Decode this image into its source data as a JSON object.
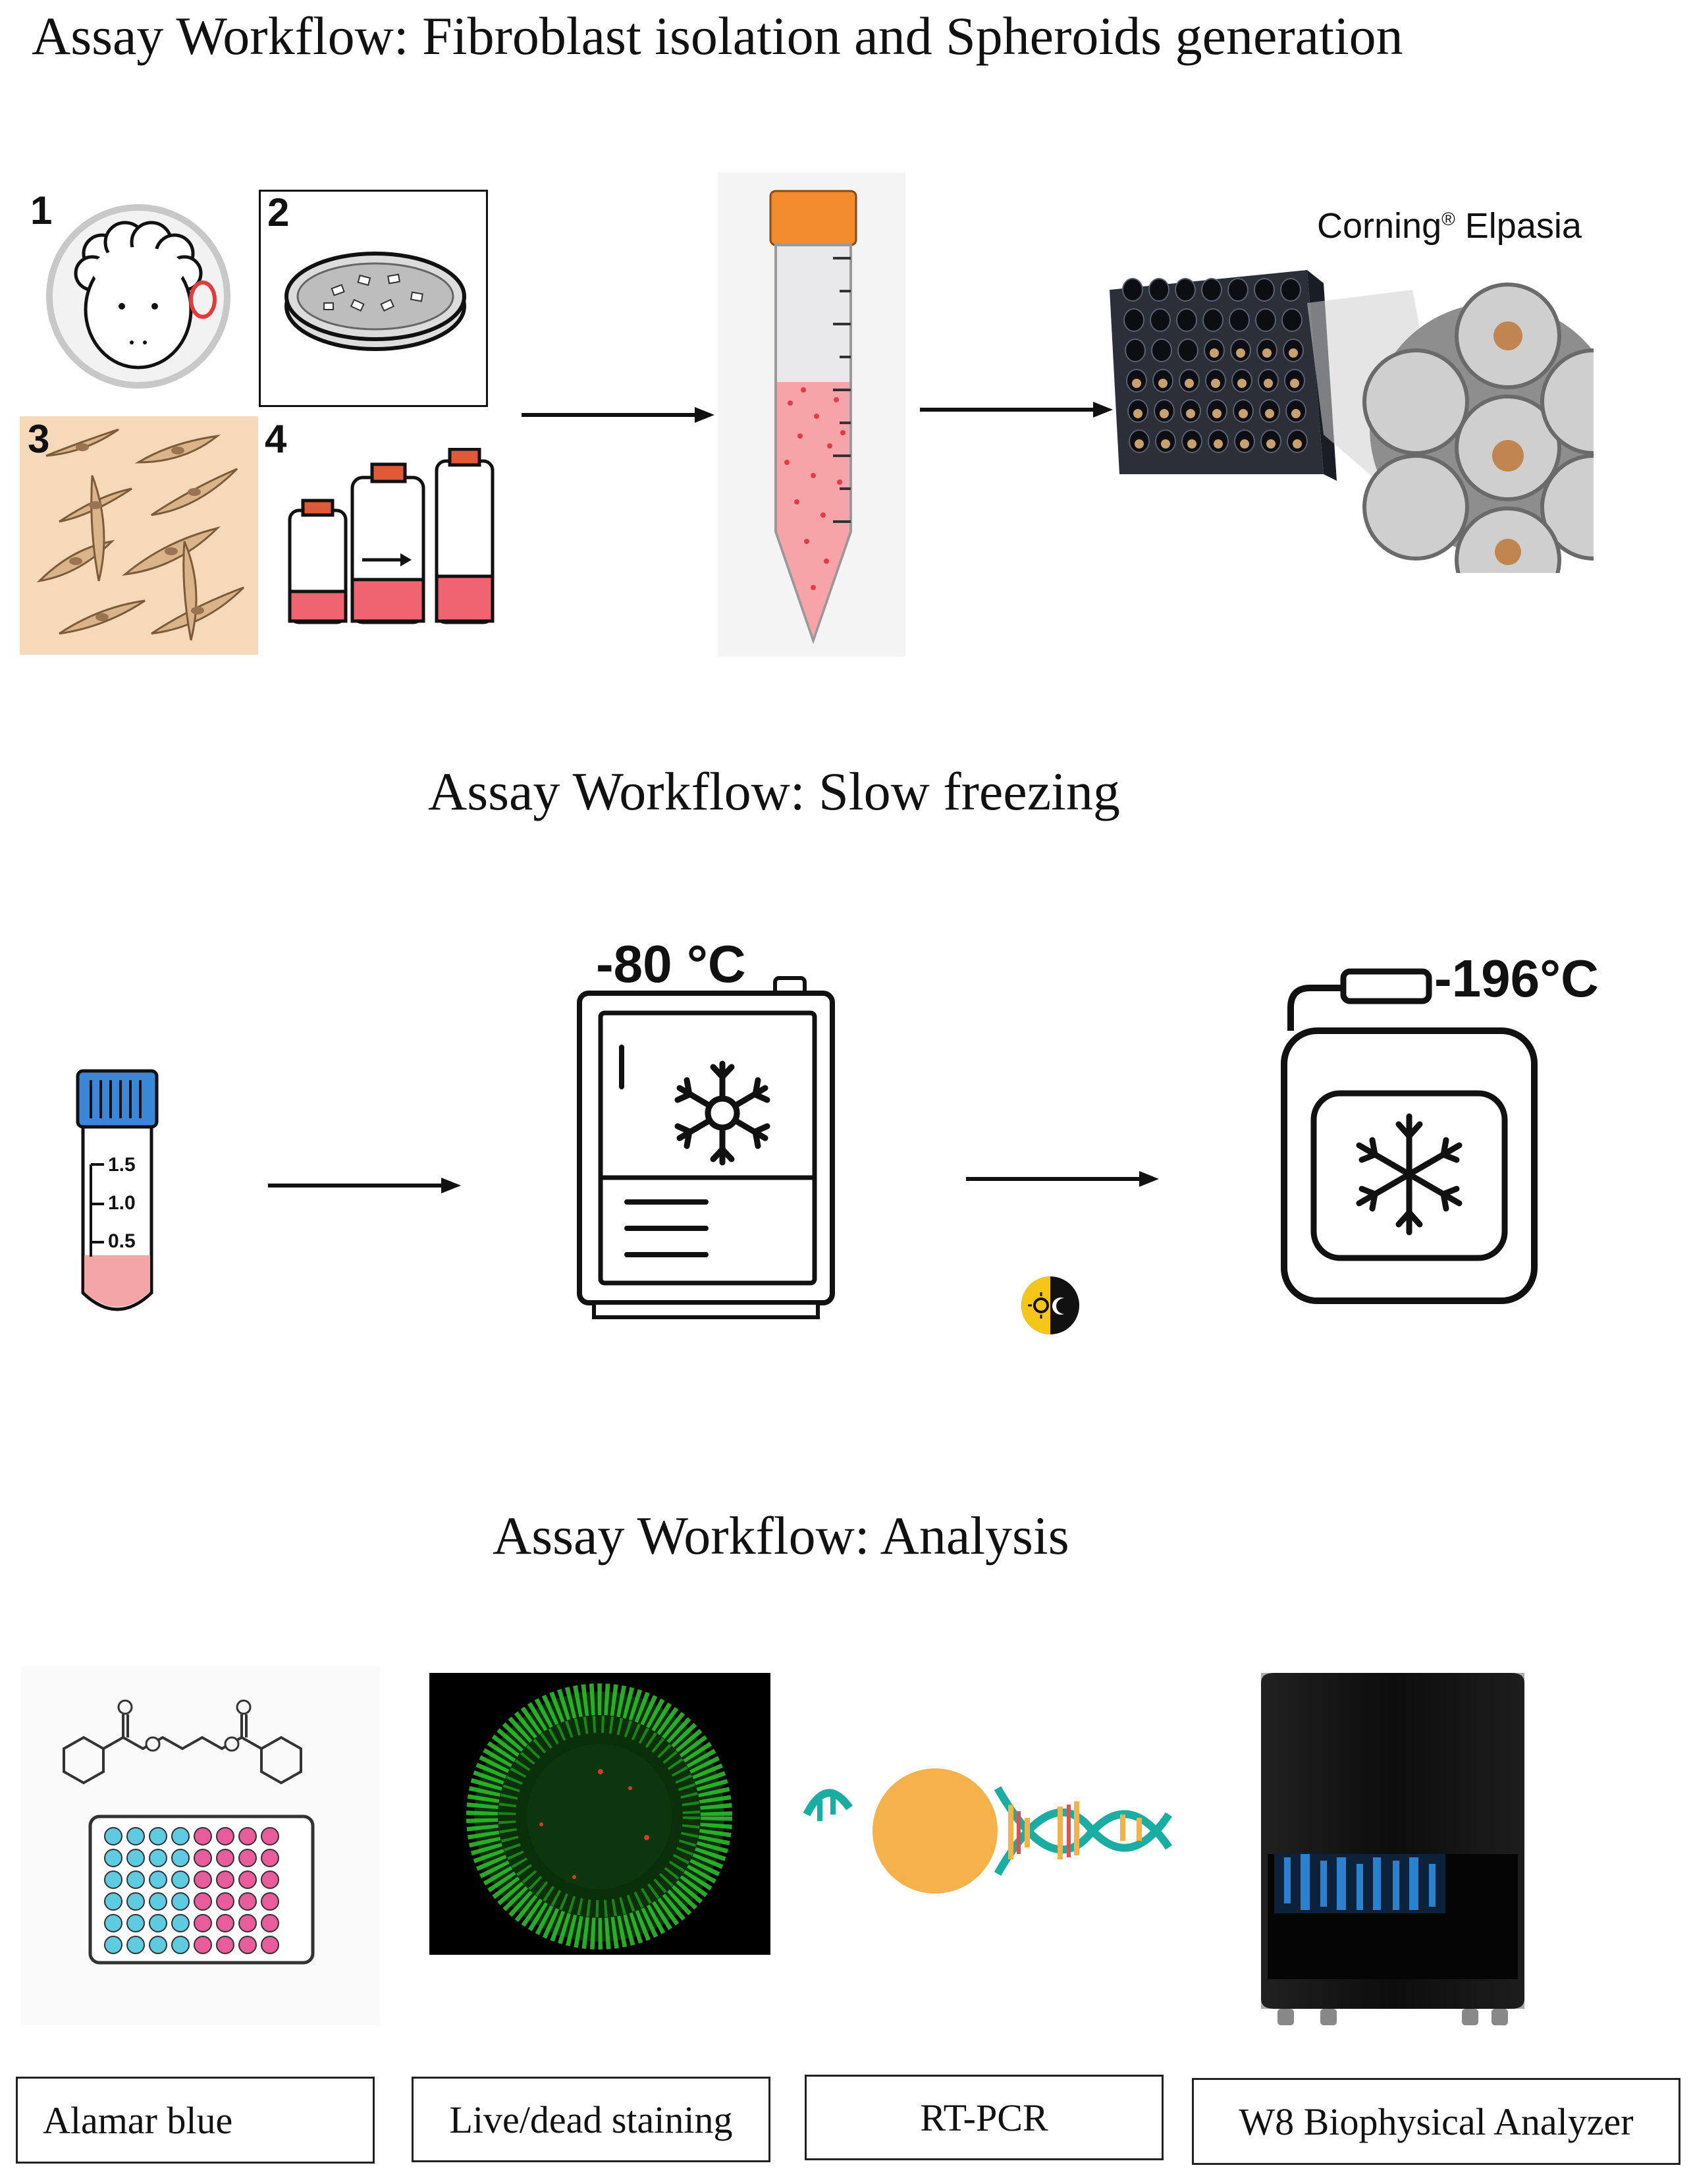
{
  "titles": {
    "section1": "Assay Workflow: Fibroblast isolation and Spheroids generation",
    "section2": "Assay Workflow: Slow freezing",
    "section3": "Assay Workflow: Analysis"
  },
  "section1": {
    "step_numbers": [
      "1",
      "2",
      "3",
      "4"
    ],
    "plate_brand": "Corning",
    "plate_brand_mark": "®",
    "plate_model": "Elpasia"
  },
  "section2": {
    "vial_marks": [
      "1.5",
      "1.0",
      "0.5"
    ],
    "freezer_temp": "-80 °C",
    "dewar_temp": "-196°C"
  },
  "analysis": {
    "labels": [
      "Alamar blue",
      "Live/dead staining",
      "RT-PCR",
      "W8 Biophysical Analyzer"
    ]
  },
  "colors": {
    "tube_cap": "#f28a2e",
    "media_red": "#f06470",
    "vial_cap": "#3a86d8",
    "vial_liquid": "#f4a5a5",
    "cell_bg": "#f6d9b8",
    "well_blue": "#5fcbe0",
    "well_pink": "#e85c9a",
    "dna_teal": "#1aaea3",
    "dna_orange": "#f5b24a",
    "green_stain": "#2bbd2b"
  },
  "icons": [
    "sheep-icon",
    "petri-dish-icon",
    "fibroblast-cells-icon",
    "culture-flasks-icon",
    "conical-tube-icon",
    "spheroid-plate-icon",
    "cryovial-icon",
    "freezer-icon",
    "snowflake-icon",
    "day-night-icon",
    "dewar-icon",
    "molecule-icon",
    "well-plate-icon",
    "spheroid-stain-image",
    "dna-icon",
    "analyzer-device-icon",
    "arrow-icon"
  ]
}
